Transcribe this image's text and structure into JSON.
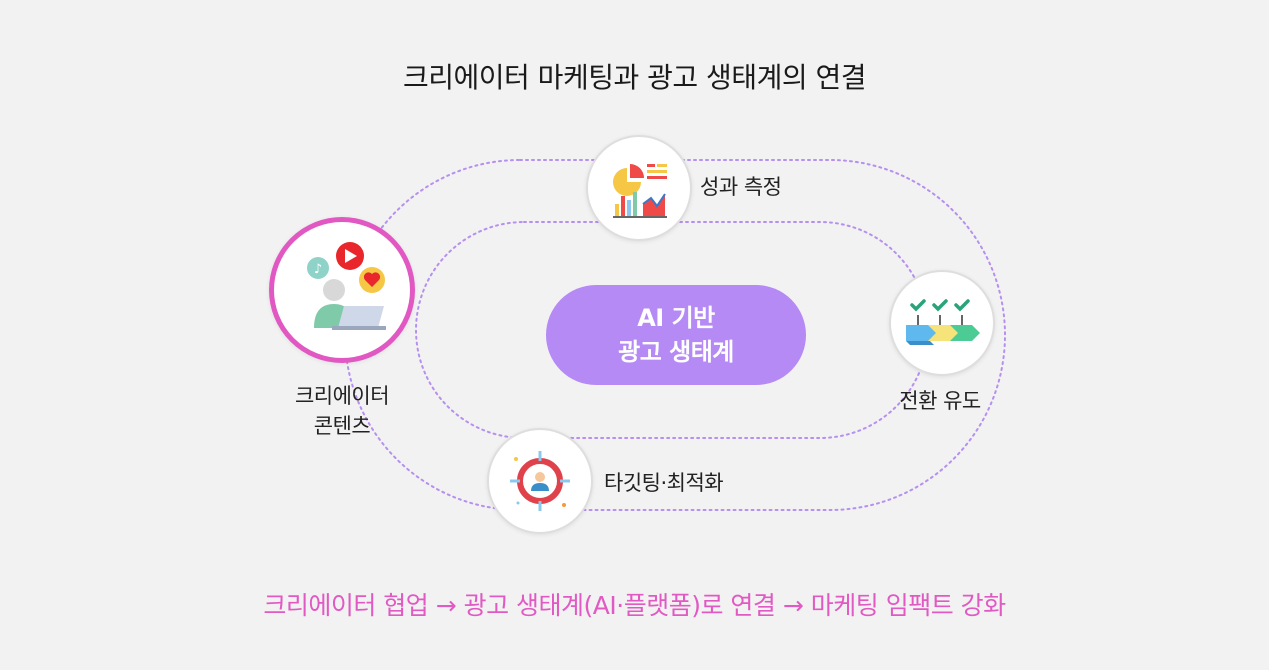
{
  "title": "크리에이터 마케팅과 광고 생태계의 연결",
  "center": {
    "line1": "AI 기반",
    "line2": "광고 생태계"
  },
  "nodes": {
    "creator": {
      "line1": "크리에이터",
      "line2": "콘텐츠",
      "icon": "creator-content-icon"
    },
    "performance": {
      "label": "성과 측정",
      "icon": "analytics-chart-icon"
    },
    "conversion": {
      "label": "전환 유도",
      "icon": "conversion-steps-icon"
    },
    "targeting": {
      "label": "타깃팅·최적화",
      "icon": "target-user-icon"
    }
  },
  "footer": "크리에이터 협업 → 광고 생태계(AI·플랫폼)로 연결 → 마케팅 임팩트 강화",
  "colors": {
    "accent_pink": "#e158c3",
    "center_purple": "#b58af5",
    "loop_dots": "#b690ee"
  }
}
